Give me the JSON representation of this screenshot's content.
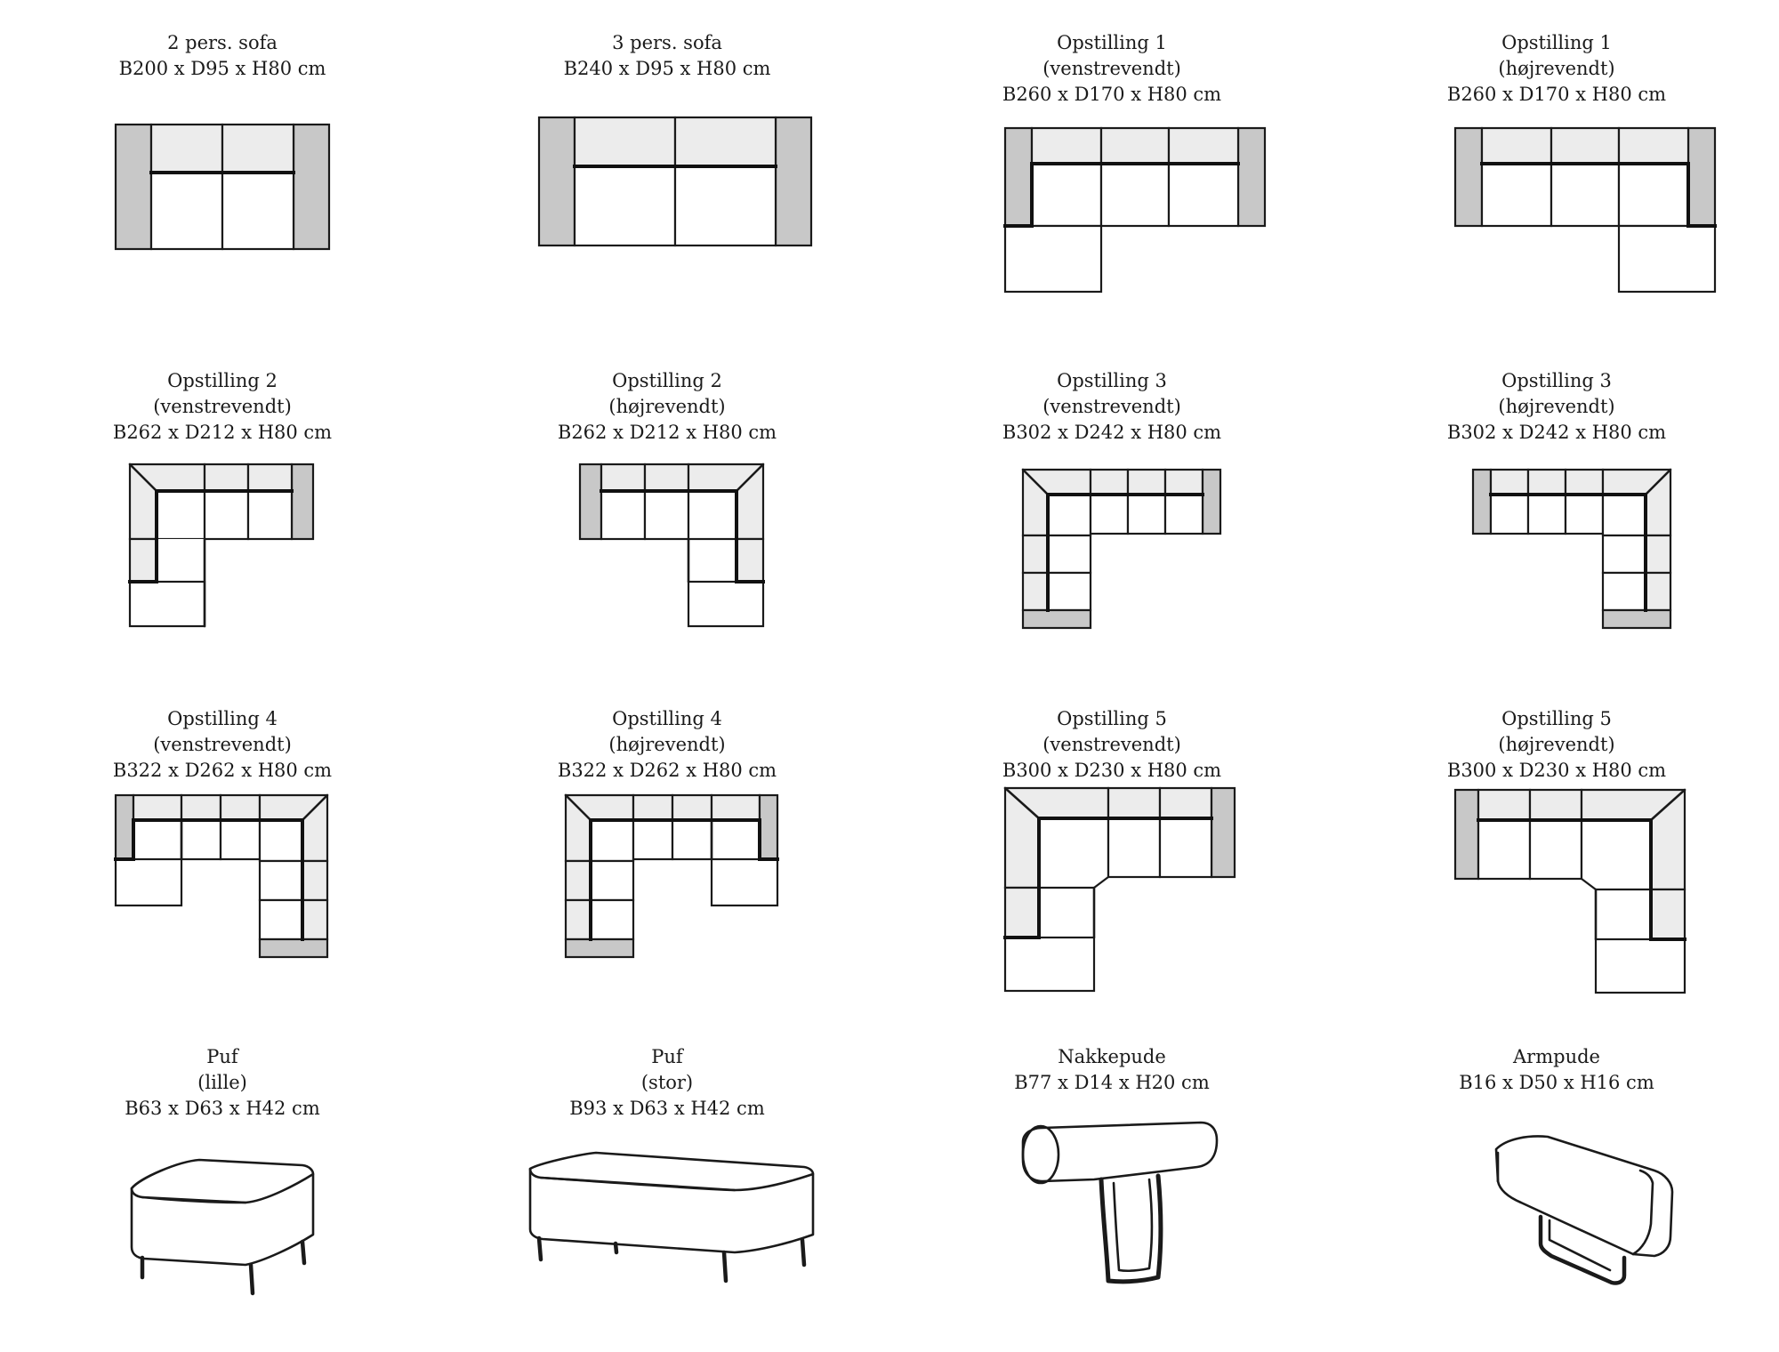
{
  "items": [
    {
      "lines": [
        "2 pers. sofa",
        "B200 x D95 x H80 cm"
      ]
    },
    {
      "lines": [
        "3 pers. sofa",
        "B240 x D95 x H80 cm"
      ]
    },
    {
      "lines": [
        "Opstilling 1",
        "(venstrevendt)",
        "B260 x D170 x H80 cm"
      ]
    },
    {
      "lines": [
        "Opstilling 1",
        "(højrevendt)",
        "B260 x D170 x H80 cm"
      ]
    },
    {
      "lines": [
        "Opstilling 2",
        "(venstrevendt)",
        "B262 x D212 x H80 cm"
      ]
    },
    {
      "lines": [
        "Opstilling 2",
        "(højrevendt)",
        "B262 x D212 x H80 cm"
      ]
    },
    {
      "lines": [
        "Opstilling 3",
        "(venstrevendt)",
        "B302 x D242 x H80 cm"
      ]
    },
    {
      "lines": [
        "Opstilling 3",
        "(højrevendt)",
        "B302 x D242 x H80 cm"
      ]
    },
    {
      "lines": [
        "Opstilling 4",
        "(venstrevendt)",
        "B322 x D262 x H80 cm"
      ]
    },
    {
      "lines": [
        "Opstilling 4",
        "(højrevendt)",
        "B322 x D262 x H80 cm"
      ]
    },
    {
      "lines": [
        "Opstilling 5",
        "(venstrevendt)",
        "B300 x D230 x H80 cm"
      ]
    },
    {
      "lines": [
        "Opstilling 5",
        "(højrevendt)",
        "B300 x D230 x H80 cm"
      ]
    },
    {
      "lines": [
        "Puf",
        "(lille)",
        "B63 x D63 x H42 cm"
      ]
    },
    {
      "lines": [
        "Puf",
        "(stor)",
        "B93 x D63 x H42 cm"
      ]
    },
    {
      "lines": [
        "Nakkepude",
        "B77 x D14 x H20 cm"
      ]
    },
    {
      "lines": [
        "Armpude",
        "B16 x D50 x H16 cm"
      ]
    }
  ],
  "colors": {
    "armrest": "#c8c8c8",
    "backrest": "#ececec",
    "seat": "#ffffff",
    "outline": "#1a1a1a"
  }
}
